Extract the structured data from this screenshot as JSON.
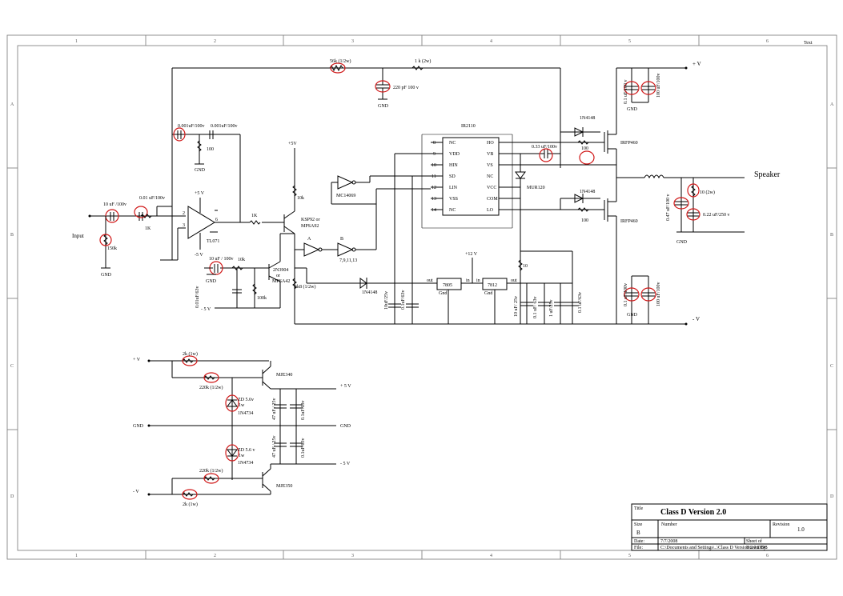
{
  "corner_text": "Text",
  "zones": {
    "cols": [
      "1",
      "2",
      "3",
      "4",
      "5",
      "6"
    ],
    "rows": [
      "A",
      "B",
      "C",
      "D"
    ]
  },
  "title_block": {
    "title_label": "Title",
    "title_value": "Class D Version 2.0",
    "size_label": "Size",
    "size_value": "B",
    "number_label": "Number",
    "revision_label": "Revision",
    "revision_value": "1.0",
    "date_label": "Date:",
    "date_value": "7/7/2008",
    "sheet_label": "Sheet   of",
    "file_label": "File:",
    "file_value": "C:\\Documents and Settings\\..\\Class D Version 2.0.DDB",
    "drawn_by": "Drawn By:"
  },
  "labels": {
    "plus_v": "+ V",
    "minus_v": "- V",
    "speaker": "Speaker",
    "input": "Input",
    "gnd": "GND",
    "plus5": "+5V",
    "plus5b": "+5 V",
    "minus5b": "-5 V",
    "minus5c": "- 5 V",
    "plus12": "+12 V",
    "plus5v_out": "+ 5 V",
    "minus5v_out": "- 5 V",
    "plus_v2": "+ V",
    "minus_v2": "- V",
    "r56k": "56k (1/2w)",
    "r1k2w": "1 k  (2w)",
    "c220": "220 pF 100 v",
    "c001a": "0.001uF/100v",
    "c001b": "0.001uF/100v",
    "r100a": "100",
    "c10u": "10 uF /100v",
    "c001c": "0.01 uF/100v",
    "r1k": "1K",
    "r150k": "150k",
    "opamp": "TL071",
    "r1k_b": "1K",
    "q1": "KSP92  or",
    "q1b": "MPSA92",
    "r10k": "10k",
    "q2": "2N3904",
    "q2b": "or",
    "q2c": "MPSA42",
    "c10u2": "10 uF / 100v",
    "r10k2": "10k",
    "c001d": "0.01uF/63v",
    "r100k": "100k",
    "r6k8": "6k8 (1/2w)",
    "d4148a": "1N4148",
    "ic1": "MC14069",
    "ic1pins": "7,9,11,13",
    "ir2110": "IR2110",
    "pin_nc1": "NC",
    "pin_vdd": "VDD",
    "pin_hin": "HIN",
    "pin_sd": "SD",
    "pin_lin": "LIN",
    "pin_vss": "VSS",
    "pin_nc2": "NC",
    "pin_ho": "HO",
    "pin_vb": "VB",
    "pin_vs": "VS",
    "pin_nc3": "NC",
    "pin_vcc": "VCC",
    "pin_com": "COM",
    "pin_lo": "LO",
    "c033": "0.33 uF/100v",
    "mur120": "MUR120",
    "d4148b": "1N4148",
    "d4148c": "1N4148",
    "r100b": "100",
    "r100c": "100",
    "irfp1": "IRFP460",
    "irfp2": "IRFP460",
    "c01a": "0.1 uF/100 v",
    "c100a": "100 uF/100v",
    "c01b": "0.1 uF/100v",
    "c100b": "100 uF/100v",
    "c047": "0.47 uF/100 v",
    "r10": "10 (2w)",
    "c022": "0.22 uF/250 v",
    "reg1": "7805",
    "reg2": "7812",
    "gnd_t": "Gnd",
    "in_t": "in",
    "out_t": "out",
    "c10u25": "10uF/25v",
    "c01_63": "0.1uF/63v",
    "c10u25b": "10 uF/ 25v",
    "c01_63b": "0.1 uF/ 63v",
    "c1u25": "1 uF/25v",
    "c01_63c": "0.1 uF/63v",
    "r10b": "10",
    "r2k1": "2k (1w)",
    "r220k1": "220k (1/2w)",
    "mje340": "MJE340",
    "zd1": "ZD 5.6v",
    "zd1b": "1w",
    "zd1c": "1N4734",
    "c47a": "47 uF / 25v",
    "c01d": "0.1uF/63v",
    "zd2": "ZD 5.6 v",
    "zd2b": "1w",
    "zd2c": "1N4734",
    "c47b": "47 uF / 25v",
    "c01e": "0.1uF/63v",
    "r220k2": "220k (1/2w)",
    "r2k2": "2k (1w)",
    "mje350": "MJE350"
  },
  "colors": {
    "highlight": "#d01818",
    "wire": "#000000",
    "frame": "#777777"
  }
}
